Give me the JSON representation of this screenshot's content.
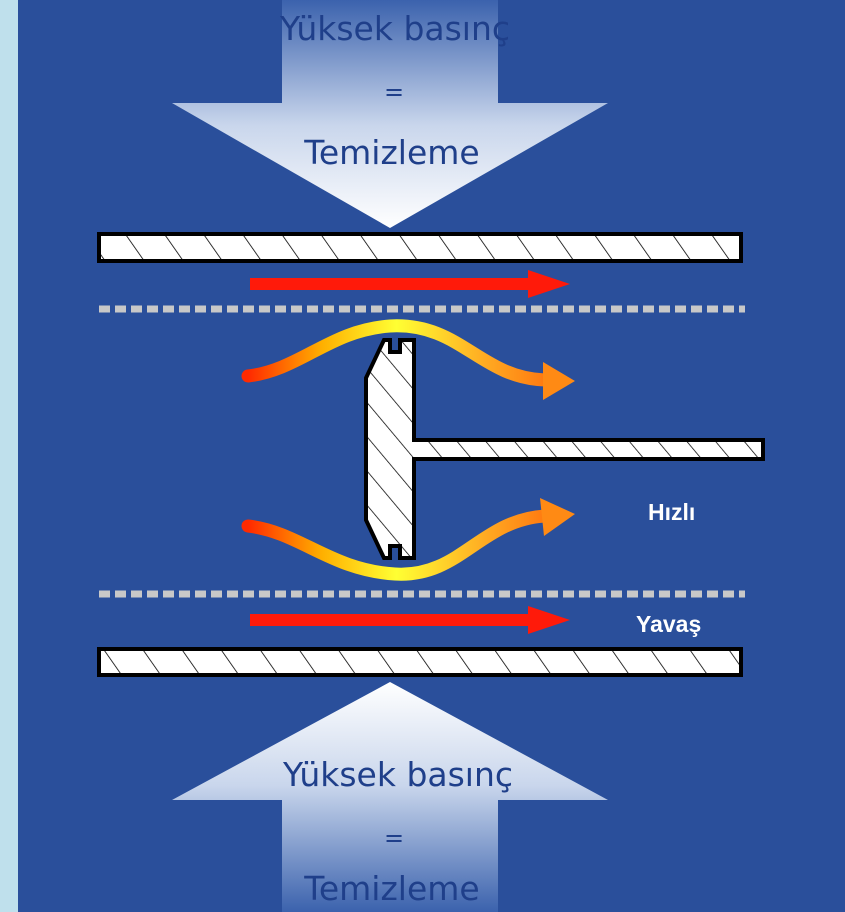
{
  "colors": {
    "background": "#2a4f9b",
    "side_band": "#bfe0ec",
    "flow_arrow": "#ff1a0a",
    "dashed_line": "#c8c8c8",
    "wall_fill": "#ffffff",
    "wall_outline": "#000000"
  },
  "top_arrow": {
    "line1": "Yüksek basınç",
    "line2": "=",
    "line3": "Temizleme"
  },
  "bottom_arrow": {
    "line1": "Yüksek basınç",
    "line2": "=",
    "line3": "Temizleme"
  },
  "speed_labels": {
    "fast": "Hızlı",
    "slow": "Yavaş"
  }
}
